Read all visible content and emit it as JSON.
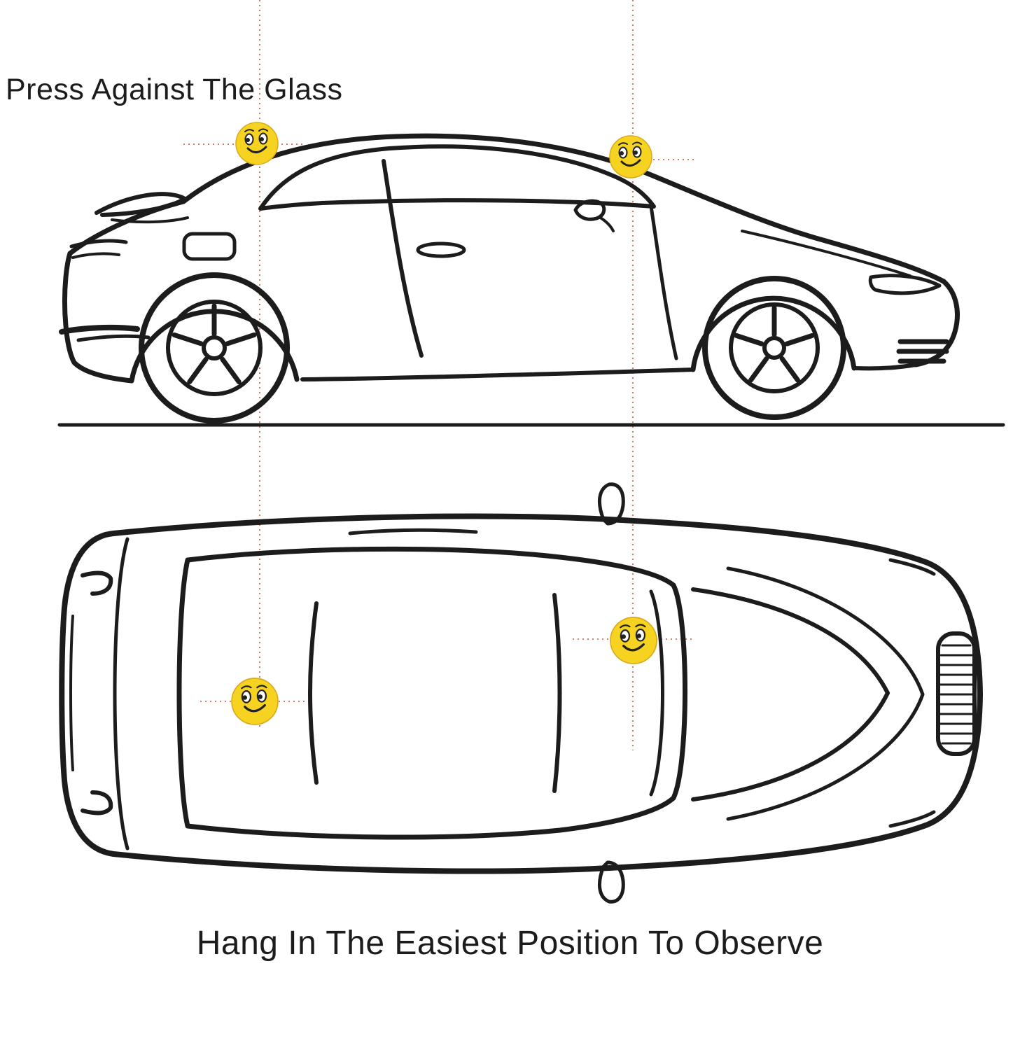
{
  "labels": {
    "top": "Press Against The Glass",
    "bottom": "Hang In The Easiest Position To Observe"
  },
  "colors": {
    "background": "#ffffff",
    "ink": "#1c1c1c",
    "smiley": "#f6d321",
    "smiley-rim": "#d9a91d",
    "guide": "#c4573a"
  },
  "icons": {
    "sticker": "smiley-face-sticker"
  },
  "diagram": {
    "views": [
      "car-side-view",
      "car-top-view"
    ],
    "sticker_count": 4
  }
}
